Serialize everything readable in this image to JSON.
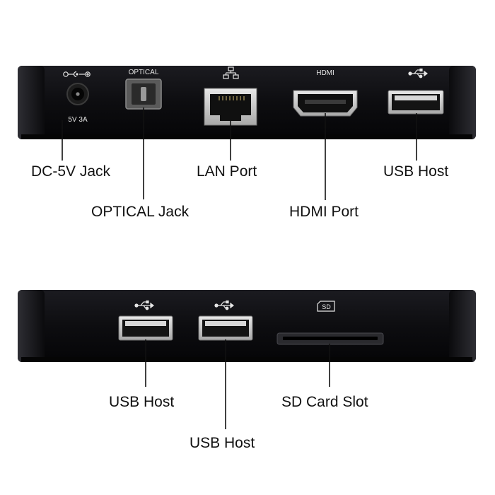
{
  "colors": {
    "background": "#ffffff",
    "device_body": "#0d0d10",
    "device_edge": "#232328",
    "port_metal": "#cfcfcf",
    "port_cavity": "#141414",
    "silkscreen": "#e6e6e6",
    "callout_text": "#111111"
  },
  "rear_panel": {
    "ports": [
      {
        "port": "dc-jack",
        "icon": "dc-polarity-icon",
        "silkscreen": "5V 3A",
        "callout": "DC-5V Jack"
      },
      {
        "port": "optical-port",
        "icon": "",
        "silkscreen": "OPTICAL",
        "callout": "OPTICAL Jack"
      },
      {
        "port": "lan-port",
        "icon": "network-icon",
        "silkscreen": "",
        "callout": "LAN Port"
      },
      {
        "port": "hdmi-port",
        "icon": "",
        "silkscreen": "HDMI",
        "callout": "HDMI Port"
      },
      {
        "port": "usb-port",
        "icon": "usb-icon",
        "silkscreen": "",
        "callout": "USB Host"
      }
    ]
  },
  "side_panel": {
    "ports": [
      {
        "port": "usb-port-1",
        "icon": "usb-icon",
        "silkscreen": "",
        "callout": "USB Host"
      },
      {
        "port": "usb-port-2",
        "icon": "usb-icon",
        "silkscreen": "",
        "callout": "USB Host"
      },
      {
        "port": "sd-card-slot",
        "icon": "sd-card-icon",
        "silkscreen": "SD",
        "callout": "SD Card Slot"
      }
    ]
  }
}
